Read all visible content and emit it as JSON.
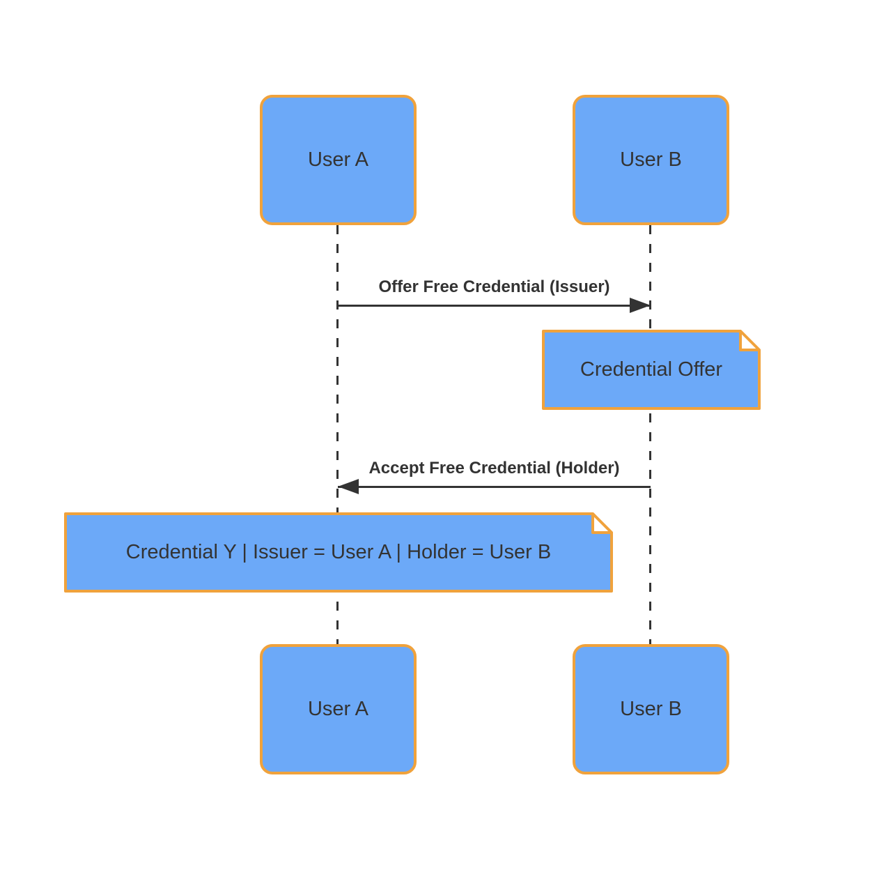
{
  "diagram": {
    "type": "sequence-diagram",
    "actors": {
      "top_left": {
        "label": "User A"
      },
      "top_right": {
        "label": "User B"
      },
      "bottom_left": {
        "label": "User A"
      },
      "bottom_right": {
        "label": "User B"
      }
    },
    "messages": [
      {
        "label": "Offer Free Credential (Issuer)",
        "direction": "right"
      },
      {
        "label": "Accept Free Credential (Holder)",
        "direction": "left"
      }
    ],
    "notes": [
      {
        "text": "Credential Offer"
      },
      {
        "text": "Credential Y | Issuer = User A | Holder = User B"
      }
    ],
    "colors": {
      "shape_fill": "#6CA9F8",
      "shape_border": "#F0A23C",
      "line": "#333333",
      "text": "#333333",
      "note_fold": "#FFFFFF",
      "background": "#FFFFFF"
    }
  }
}
